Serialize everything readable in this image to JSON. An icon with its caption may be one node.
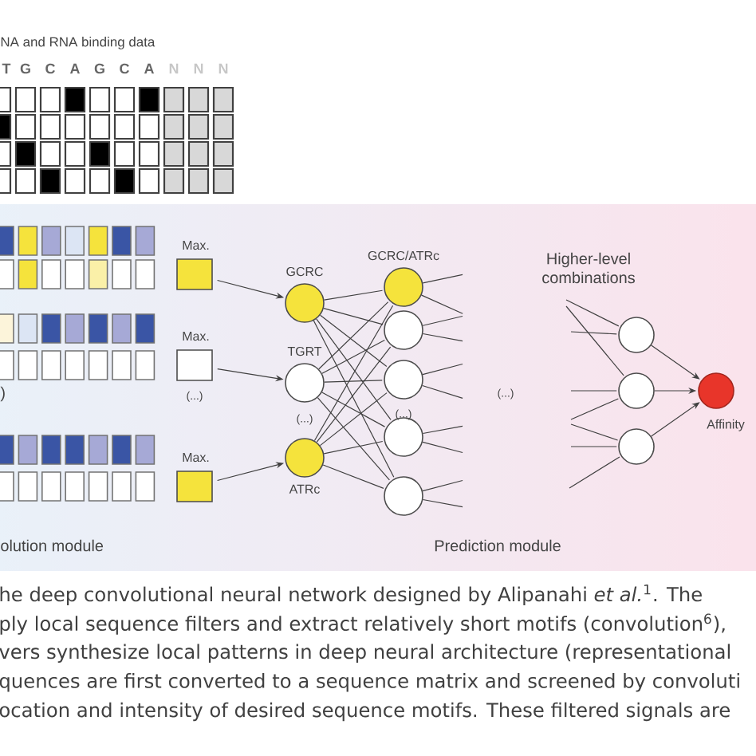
{
  "diagram": {
    "nodes": [
      {
        "text": [],
        "shape": "box",
        "beside": [
          "Max."
        ]
      },
      {
        "text": [],
        "shape": "box",
        "beside": [
          "Max.",
          "(...)"
        ]
      },
      {
        "text": [],
        "shape": "box",
        "beside": [
          "Max."
        ]
      },
      {
        "text": [
          "GCRC"
        ]
      },
      {
        "text": [
          "TGRT"
        ]
      },
      {
        "text": [
          "ATRc"
        ]
      },
      {
        "text": [
          "GCRC/ATRc"
        ]
      },
      {
        "text": [],
        "shape": "circle"
      },
      {
        "text": [],
        "shape": "circle"
      },
      {
        "text": [],
        "shape": "circle"
      },
      {
        "text": [],
        "shape": "circle"
      },
      {
        "text": [],
        "shape": "circle"
      },
      {
        "text": [],
        "shape": "circle"
      },
      {
        "text": [],
        "shape": "circle"
      },
      {
        "text": [
          "Affinity"
        ]
      }
    ],
    "edges": [
      {
        "from": 0,
        "to": 3,
        "arrow": "to"
      },
      {
        "from": 1,
        "to": 4,
        "arrow": "to"
      },
      {
        "from": 2,
        "to": 5,
        "arrow": "to"
      },
      {
        "from": 3,
        "to": 6,
        "arrow": "none"
      },
      {
        "from": 3,
        "to": 7,
        "arrow": "none"
      },
      {
        "from": 3,
        "to": 8,
        "arrow": "none"
      },
      {
        "from": 3,
        "to": 9,
        "arrow": "none"
      },
      {
        "from": 3,
        "to": 10,
        "arrow": "none"
      },
      {
        "from": 4,
        "to": 6,
        "arrow": "none"
      },
      {
        "from": 4,
        "to": 7,
        "arrow": "none"
      },
      {
        "from": 4,
        "to": 8,
        "arrow": "none"
      },
      {
        "from": 4,
        "to": 9,
        "arrow": "none"
      },
      {
        "from": 4,
        "to": 10,
        "arrow": "none"
      },
      {
        "from": 5,
        "to": 6,
        "arrow": "none"
      },
      {
        "from": 5,
        "to": 7,
        "arrow": "none"
      },
      {
        "from": 5,
        "to": 8,
        "arrow": "none"
      },
      {
        "from": 5,
        "to": 9,
        "arrow": "none"
      },
      {
        "from": 5,
        "to": 10,
        "arrow": "none"
      },
      {
        "from": 6,
        "to": null,
        "arrow": "none"
      },
      {
        "from": 6,
        "to": null,
        "arrow": "none"
      },
      {
        "from": 7,
        "to": null,
        "arrow": "none"
      },
      {
        "from": 7,
        "to": null,
        "arrow": "none"
      },
      {
        "from": 8,
        "to": null,
        "arrow": "none"
      },
      {
        "from": 8,
        "to": null,
        "arrow": "none"
      },
      {
        "from": 9,
        "to": null,
        "arrow": "none"
      },
      {
        "from": 9,
        "to": null,
        "arrow": "none"
      },
      {
        "from": 10,
        "to": null,
        "arrow": "none"
      },
      {
        "from": 10,
        "to": null,
        "arrow": "none"
      },
      {
        "from": null,
        "to": 11,
        "arrow": "none"
      },
      {
        "from": null,
        "to": 11,
        "arrow": "none"
      },
      {
        "from": null,
        "to": 12,
        "arrow": "none"
      },
      {
        "from": null,
        "to": 12,
        "arrow": "none"
      },
      {
        "from": null,
        "to": 12,
        "arrow": "none"
      },
      {
        "from": null,
        "to": 13,
        "arrow": "none"
      },
      {
        "from": null,
        "to": 13,
        "arrow": "none"
      },
      {
        "from": null,
        "to": 13,
        "arrow": "none"
      },
      {
        "from": 11,
        "to": 14,
        "arrow": "to"
      },
      {
        "from": 12,
        "to": 14,
        "arrow": "to"
      },
      {
        "from": 13,
        "to": 14,
        "arrow": "to"
      }
    ],
    "labels": [
      "NA and RNA binding data",
      "T",
      "G",
      "C",
      "A",
      "G",
      "C",
      "A",
      "N",
      "N",
      "N",
      ")",
      "(...)",
      "(...)",
      "(...)",
      "Higher-level combinations",
      "olution module",
      "Prediction module",
      "he deep convolutional neural network designed by Alipanahi *et al.*$^{1}$. The",
      "ply local sequence filters and extract relatively short motifs (convolution$^{6}$),",
      "vers synthesize local patterns in deep neural architecture (representational",
      "quences are first converted to a sequence matrix and screened by convoluti",
      "ocation and intensity of desired sequence motifs. These filtered signals are"
    ]
  }
}
